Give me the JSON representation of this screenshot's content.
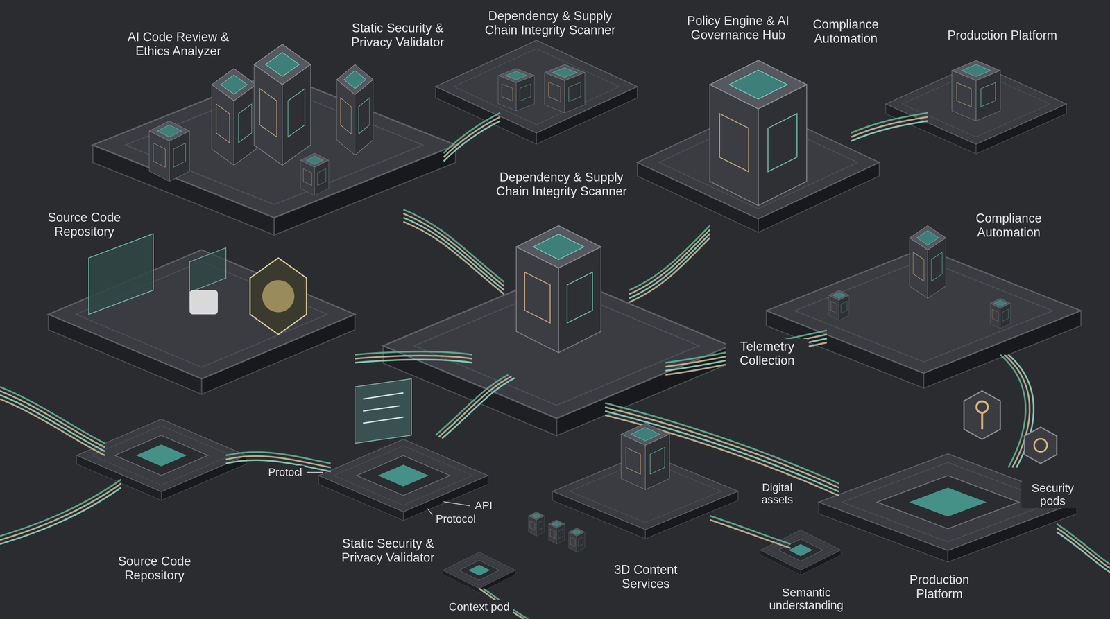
{
  "diagram": {
    "labels": [
      "AI Code Review & Ethics Analyzer",
      "Static Security & Privacy Validator",
      "Dependency & Supply Chain Integrity Scanner",
      "Policy Engine & AI Governance Hub",
      "Compliance Automation",
      "Production Platform",
      "Dependency & Supply Chain Integrity Scanner",
      "Source Code Repository",
      "Compliance Automation",
      "Telemetry Collection",
      "Protocl",
      "API",
      "Protocol",
      "Digital assets",
      "Security pods",
      "Source Code Repository",
      "Static Security & Privacy Validator",
      "3D Content Services",
      "Production Platform",
      "Context pod",
      "Semantic understanding"
    ]
  }
}
